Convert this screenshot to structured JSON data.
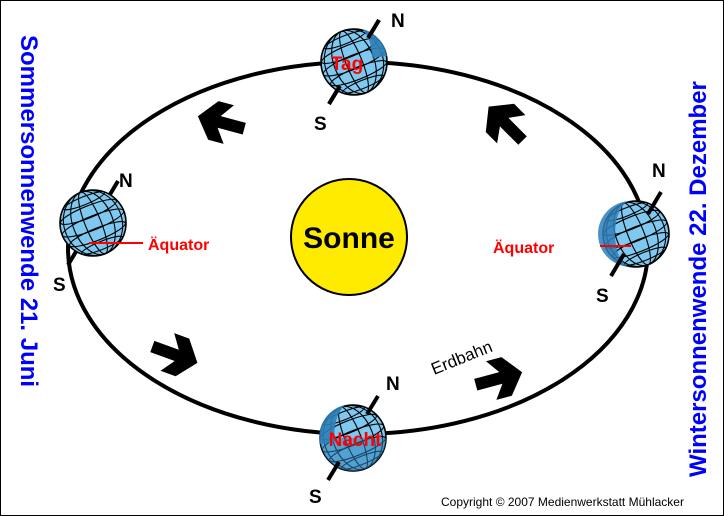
{
  "sun": {
    "label": "Sonne",
    "color": "#ffeb00"
  },
  "orbit": {
    "label": "Erdbahn"
  },
  "left_caption": "Sommersonnenwende 21. Juni",
  "right_caption": "Wintersonnenwende 22. Dezember",
  "copyright": "Copyright © 2007  Medienwerkstatt Mühlacker",
  "earths": {
    "top": {
      "north": "N",
      "south": "S",
      "label": "Tag"
    },
    "left": {
      "north": "N",
      "south": "S",
      "equator": "Äquator"
    },
    "right": {
      "north": "N",
      "south": "S",
      "equator": "Äquator"
    },
    "bottom": {
      "north": "N",
      "south": "S",
      "label": "Nacht"
    }
  },
  "colors": {
    "caption": "#0000ff",
    "label_red": "#ff0000",
    "globe_light": "#7fc9f0",
    "globe_dark": "#2f7fb8",
    "arrow": "#000000"
  }
}
